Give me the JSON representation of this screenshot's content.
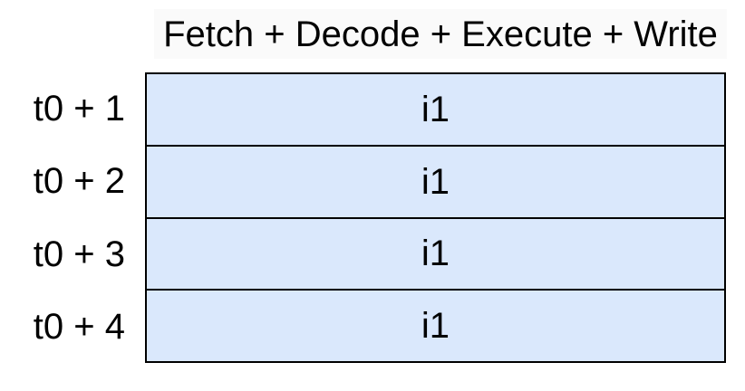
{
  "header": {
    "title": "Fetch + Decode + Execute + Write"
  },
  "rows": [
    {
      "time": "t0 + 1",
      "instruction": "i1"
    },
    {
      "time": "t0 + 2",
      "instruction": "i1"
    },
    {
      "time": "t0 + 3",
      "instruction": "i1"
    },
    {
      "time": "t0 + 4",
      "instruction": "i1"
    }
  ],
  "colors": {
    "cell_fill": "#dae8fc",
    "cell_border": "#000000",
    "title_bg": "#fafafa",
    "text_color": "#000000",
    "background": "#ffffff"
  }
}
